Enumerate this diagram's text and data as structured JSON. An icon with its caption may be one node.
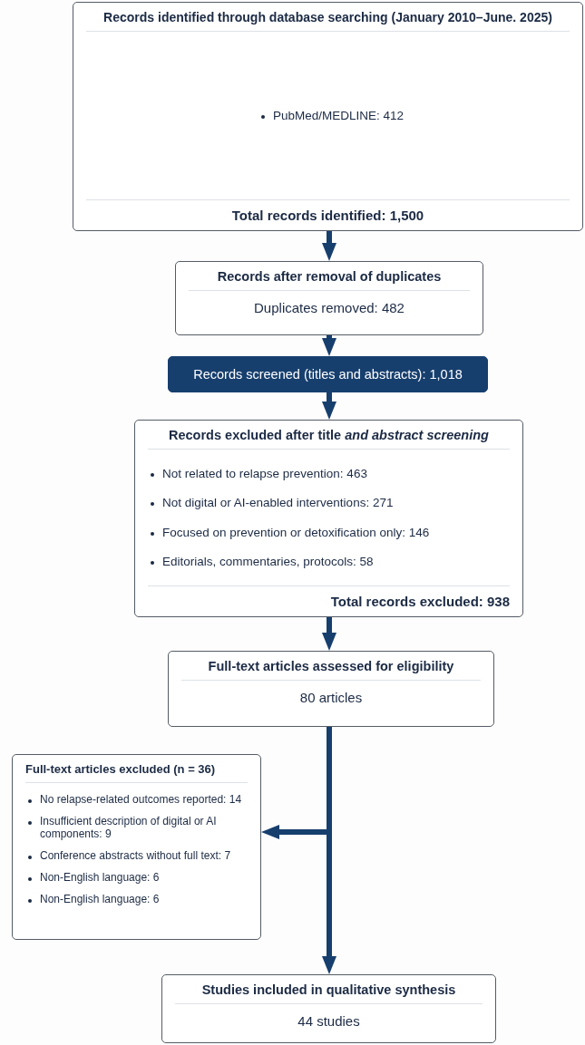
{
  "diagram": {
    "nodes": [
      {
        "text": [
          "Records identified through database searching (January 2010–June. 2025)",
          "PubMed/MEDLINE: 412",
          "Total records identified: 1,500"
        ]
      },
      {
        "text": [
          "Records after removal of duplicates",
          "Duplicates removed: 482"
        ]
      },
      {
        "text": [
          "Records screened (titles and abstracts): 1,018"
        ]
      },
      {
        "text": [
          "Records excluded after title *and abstract screening*",
          "Not related to relapse prevention: 463",
          "Not digital or AI-enabled interventions: 271",
          "Focused on prevention or detoxification only: 146",
          "Editorials, commentaries, protocols: 58",
          "Total records excluded: 938"
        ]
      },
      {
        "text": [
          "Full-text articles assessed for eligibility",
          "80 articles"
        ]
      },
      {
        "text": [
          "Full-text articles excluded (n = 36)",
          "No relapse-related outcomes reported: 14",
          "Insufficient description of digital or AI components: 9",
          "Conference abstracts without full text: 7",
          "Non-English language: 6",
          "Non-English language: 6"
        ]
      },
      {
        "text": [
          "Studies included in qualitative synthesis",
          "44 studies"
        ]
      }
    ],
    "edges": [
      {
        "from": 0,
        "to": 1,
        "arrow": "to"
      },
      {
        "from": 1,
        "to": 2,
        "arrow": "to"
      },
      {
        "from": 2,
        "to": 3,
        "arrow": "to"
      },
      {
        "from": 3,
        "to": 4,
        "arrow": "to"
      },
      {
        "from": 4,
        "to": 5,
        "arrow": "to"
      },
      {
        "from": 4,
        "to": 6,
        "arrow": "to"
      }
    ]
  }
}
